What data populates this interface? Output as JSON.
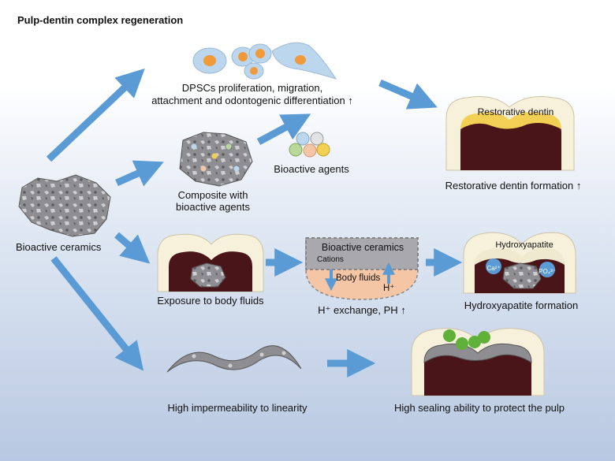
{
  "title": "Pulp-dentin complex regeneration",
  "source": {
    "label": "Bioactive ceramics"
  },
  "top_row": {
    "cells_label_line1": "DPSCs proliferation, migration,",
    "cells_label_line2": "attachment and odontogenic differentiation ↑",
    "composite_label_line1": "Composite with",
    "composite_label_line2": "bioactive agents",
    "agents_label": "Bioactive agents",
    "tooth_inner_label": "Restorative dentin",
    "result_label": "Restorative dentin formation ↑"
  },
  "middle_row": {
    "exposure_label": "Exposure to body fluids",
    "exchange_top_label": "Bioactive ceramics",
    "exchange_cations_label": "Cations",
    "exchange_fluids_label": "Body fluids",
    "exchange_h_label": "H⁺",
    "exchange_caption": "H⁺ exchange, PH ↑",
    "tooth_inner_label": "Hydroxyapatite",
    "ion_ca": "Ca²⁺",
    "ion_po": "PO₄³⁻",
    "result_label": "Hydroxyapatite formation"
  },
  "bottom_row": {
    "film_label": "High impermeability to linearity",
    "result_label": "High sealing ability to protect the pulp"
  },
  "colors": {
    "arrow": "#5b9bd5",
    "enamel": "#f7f1dc",
    "pulp": "#4a1518",
    "dentin_layer": "#f2d054",
    "ceramic": "#8e8e92",
    "cell_orange": "#f09a3c",
    "cell_body": "#bcd6ee",
    "fluid": "#f5c6a5",
    "seal_green": "#5fb13a"
  }
}
